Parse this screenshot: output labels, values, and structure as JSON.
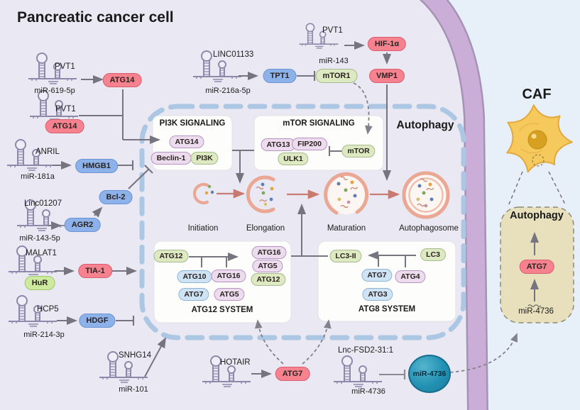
{
  "title": "Pancreatic cancer cell",
  "region": {
    "autophagy": "Autophagy"
  },
  "pathways": {
    "pvt1_619": {
      "lnc": "PVT1",
      "mir": "miR-619-5p",
      "target": "ATG14"
    },
    "pvt1_atg14": {
      "lnc": "PVT1",
      "bound": "ATG14"
    },
    "anril": {
      "lnc": "ANRIL",
      "mir": "miR-181a",
      "target": "HMGB1"
    },
    "linc01207": {
      "lnc": "Linc01207",
      "mir": "miR-143-5p",
      "target": "AGR2",
      "downstream": "Bcl-2"
    },
    "malat1": {
      "lnc": "MALAT1",
      "partner": "HuR",
      "target": "TIA-1"
    },
    "hcp5": {
      "lnc": "HCP5",
      "mir": "miR-214-3p",
      "target": "HDGF"
    },
    "snhg14": {
      "lnc": "SNHG14",
      "mir": "miR-101"
    },
    "linc01133": {
      "lnc": "LINC01133",
      "mir": "miR-216a-5p",
      "target": "TPT1",
      "downstream": "mTOR1"
    },
    "pvt1_143": {
      "lnc": "PVT1",
      "mir": "miR-143",
      "target": "HIF-1α",
      "downstream": "VMP1"
    },
    "hotair": {
      "lnc": "HOTAIR",
      "target": "ATG7"
    },
    "fsd2": {
      "lnc": "Lnc-FSD2-31:1",
      "mir": "miR-4736",
      "target": "miR-4736"
    }
  },
  "signaling": {
    "pi3k": {
      "title": "PI3K SIGNALING",
      "atg14": "ATG14",
      "beclin1": "Beclin-1",
      "pi3k": "PI3K"
    },
    "mtor": {
      "title": "mTOR SIGNALING",
      "atg13": "ATG13",
      "fip200": "FIP200",
      "ulk1": "ULK1",
      "mtor": "mTOR"
    }
  },
  "systems": {
    "atg12": {
      "title": "ATG12 SYSTEM",
      "seed": "ATG12",
      "atg10": "ATG10",
      "atg16": "ATG16",
      "atg7": "ATG7",
      "atg5": "ATG5",
      "stack": [
        "ATG16",
        "ATG5",
        "ATG12"
      ]
    },
    "atg8": {
      "title": "ATG8 SYSTEM",
      "lc3ii": "LC3-II",
      "lc3": "LC3",
      "atg7": "ATG7",
      "atg4": "ATG4",
      "atg3": "ATG3"
    }
  },
  "stages": {
    "initiation": "Initiation",
    "elongation": "Elongation",
    "maturation": "Maturation",
    "autophagosome": "Autophagosome"
  },
  "caf": {
    "label": "CAF",
    "box_title": "Autophagy",
    "atg7": "ATG7",
    "mir": "miR-4736"
  },
  "colors": {
    "red_node": "#f5828e",
    "blue_node": "#8cb2e9",
    "green_node": "#cdea9f",
    "light_green_node": "#dde9c0",
    "purple_node": "#ecdcee",
    "light_blue_node": "#cee3f4",
    "teal_node": "#2a96b5",
    "membrane": "#cbaed7",
    "autophagy_border": "#abc7e4",
    "caf_cell": "#f6c95c",
    "caf_box": "#e8dfbc",
    "vesicle_membrane": "#eaa794"
  }
}
